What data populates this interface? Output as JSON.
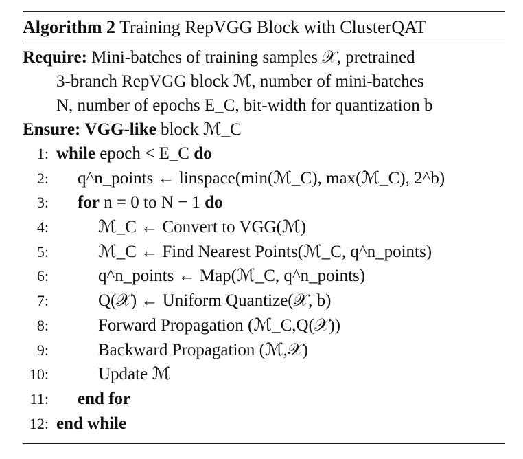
{
  "algorithm": {
    "label": "Algorithm 2",
    "title": "Training RepVGG Block with ClusterQAT"
  },
  "require": {
    "keyword": "Require:",
    "line1": "Mini-batches of training samples 𝒳, pretrained",
    "line2": "3-branch RepVGG block ℳ, number of mini-batches",
    "line3": "N, number of epochs E_C, bit-width for quantization b"
  },
  "ensure": {
    "keyword": "Ensure:",
    "bold_text": "VGG-like",
    "text": "block ℳ_C"
  },
  "steps": [
    {
      "num": "1:",
      "kw": "while",
      "text": "epoch < E_C",
      "kw_end": "do"
    },
    {
      "num": "2:",
      "text": "q^n_points ← linspace(min(ℳ_C), max(ℳ_C), 2^b)"
    },
    {
      "num": "3:",
      "kw": "for",
      "text": "n = 0 to N − 1",
      "kw_end": "do"
    },
    {
      "num": "4:",
      "text": "ℳ_C ← Convert to VGG(ℳ)"
    },
    {
      "num": "5:",
      "text": "ℳ_C ← Find Nearest Points(ℳ_C, q^n_points)"
    },
    {
      "num": "6:",
      "text": "q^n_points ← Map(ℳ_C, q^n_points)"
    },
    {
      "num": "7:",
      "text": "Q(𝒳) ← Uniform Quantize(𝒳, b)"
    },
    {
      "num": "8:",
      "text": "Forward Propagation (ℳ_C,Q(𝒳))"
    },
    {
      "num": "9:",
      "text": "Backward Propagation (ℳ,𝒳)"
    },
    {
      "num": "10:",
      "text": "Update ℳ"
    },
    {
      "num": "11:",
      "kw": "end for"
    },
    {
      "num": "12:",
      "kw": "end while"
    }
  ]
}
